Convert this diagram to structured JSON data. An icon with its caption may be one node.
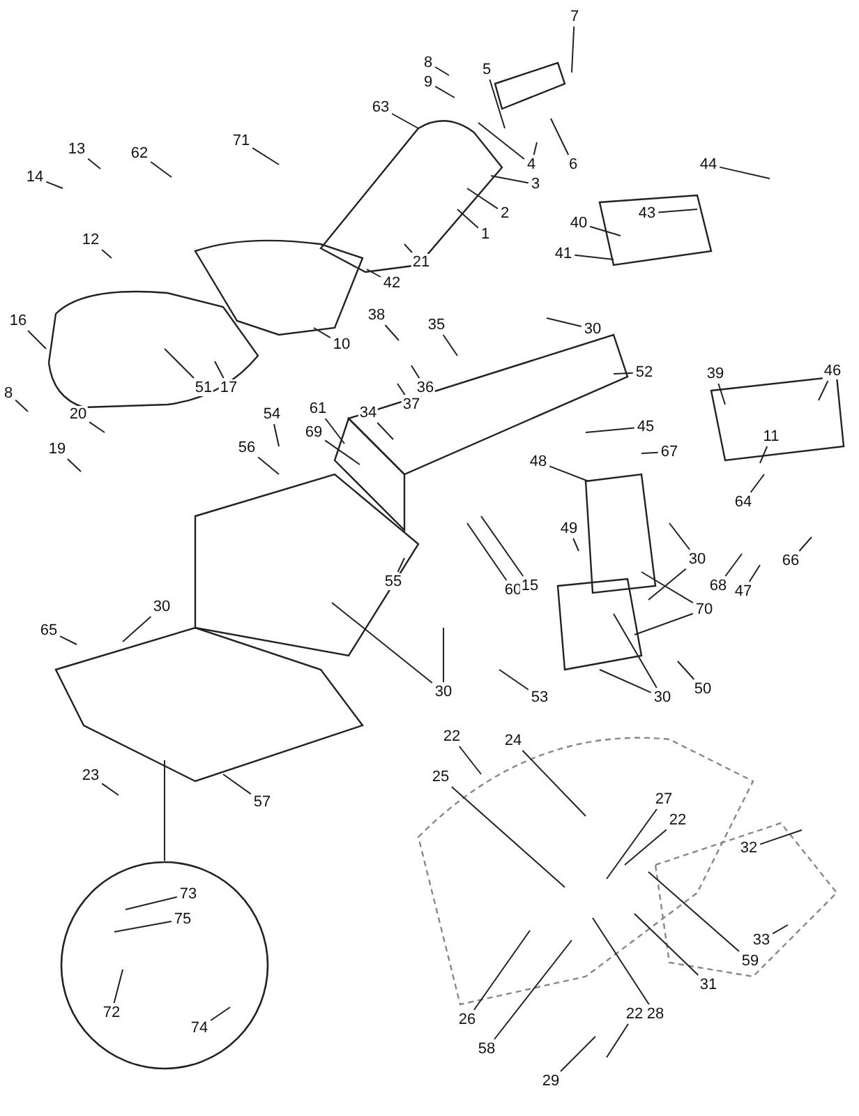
{
  "diagram": {
    "nodes": [
      {
        "text": [
          "7"
        ]
      },
      {
        "text": [
          "8"
        ]
      },
      {
        "text": [
          "9"
        ]
      },
      {
        "text": [
          "5"
        ]
      },
      {
        "text": [
          "63"
        ]
      },
      {
        "text": [
          "4"
        ]
      },
      {
        "text": [
          "6"
        ]
      },
      {
        "text": [
          "3"
        ]
      },
      {
        "text": [
          "2"
        ]
      },
      {
        "text": [
          "1"
        ]
      },
      {
        "text": [
          "13"
        ]
      },
      {
        "text": [
          "62"
        ]
      },
      {
        "text": [
          "14"
        ]
      },
      {
        "text": [
          "71"
        ]
      },
      {
        "text": [
          "12"
        ]
      },
      {
        "text": [
          "21"
        ]
      },
      {
        "text": [
          "42"
        ]
      },
      {
        "text": [
          "10"
        ]
      },
      {
        "text": [
          "16"
        ]
      },
      {
        "text": [
          "51"
        ]
      },
      {
        "text": [
          "17"
        ]
      },
      {
        "text": [
          "8"
        ]
      },
      {
        "text": [
          "20"
        ]
      },
      {
        "text": [
          "19"
        ]
      },
      {
        "text": [
          "44"
        ]
      },
      {
        "text": [
          "40"
        ]
      },
      {
        "text": [
          "43"
        ]
      },
      {
        "text": [
          "41"
        ]
      },
      {
        "text": [
          "30"
        ]
      },
      {
        "text": [
          "38"
        ]
      },
      {
        "text": [
          "35"
        ]
      },
      {
        "text": [
          "36"
        ]
      },
      {
        "text": [
          "37"
        ]
      },
      {
        "text": [
          "61"
        ]
      },
      {
        "text": [
          "34"
        ]
      },
      {
        "text": [
          "54"
        ]
      },
      {
        "text": [
          "56"
        ]
      },
      {
        "text": [
          "69"
        ]
      },
      {
        "text": [
          "52"
        ]
      },
      {
        "text": [
          "39"
        ]
      },
      {
        "text": [
          "46"
        ]
      },
      {
        "text": [
          "45"
        ]
      },
      {
        "text": [
          "67"
        ]
      },
      {
        "text": [
          "48"
        ]
      },
      {
        "text": [
          "11"
        ]
      },
      {
        "text": [
          "64"
        ]
      },
      {
        "text": [
          "66"
        ]
      },
      {
        "text": [
          "68"
        ]
      },
      {
        "text": [
          "47"
        ]
      },
      {
        "text": [
          "49"
        ]
      },
      {
        "text": [
          "60"
        ]
      },
      {
        "text": [
          "15"
        ]
      },
      {
        "text": [
          "55"
        ]
      },
      {
        "text": [
          "30"
        ]
      },
      {
        "text": [
          "70"
        ]
      },
      {
        "text": [
          "30"
        ]
      },
      {
        "text": [
          "53"
        ]
      },
      {
        "text": [
          "50"
        ]
      },
      {
        "text": [
          "30"
        ]
      },
      {
        "text": [
          "30"
        ]
      },
      {
        "text": [
          "65"
        ]
      },
      {
        "text": [
          "23"
        ]
      },
      {
        "text": [
          "57"
        ]
      },
      {
        "text": [],
        "shape": "circle"
      },
      {
        "text": [
          "73"
        ],
        "in": 63
      },
      {
        "text": [
          "75"
        ],
        "in": 63
      },
      {
        "text": [
          "72"
        ],
        "in": 63
      },
      {
        "text": [
          "74"
        ],
        "in": 63
      },
      {
        "text": [
          "22"
        ]
      },
      {
        "text": [
          "24"
        ]
      },
      {
        "text": [
          "25"
        ]
      },
      {
        "text": [
          "27"
        ]
      },
      {
        "text": [
          "22"
        ]
      },
      {
        "text": [
          "32"
        ]
      },
      {
        "text": [
          "33"
        ]
      },
      {
        "text": [
          "59"
        ]
      },
      {
        "text": [
          "31"
        ]
      },
      {
        "text": [
          "28"
        ]
      },
      {
        "text": [
          "26"
        ]
      },
      {
        "text": [
          "58"
        ]
      },
      {
        "text": [
          "22"
        ]
      },
      {
        "text": [
          "29"
        ]
      }
    ],
    "edges": [
      {
        "from": 0,
        "to": null,
        "arrow": "none"
      },
      {
        "from": 1,
        "to": null,
        "arrow": "none"
      },
      {
        "from": 2,
        "to": null,
        "arrow": "none"
      },
      {
        "from": 3,
        "to": null,
        "arrow": "none"
      },
      {
        "from": 4,
        "to": null,
        "arrow": "none"
      },
      {
        "from": 5,
        "to": null,
        "arrow": "none"
      },
      {
        "from": 5,
        "to": null,
        "arrow": "none"
      },
      {
        "from": 6,
        "to": null,
        "arrow": "none"
      },
      {
        "from": 7,
        "to": null,
        "arrow": "none"
      },
      {
        "from": 8,
        "to": null,
        "arrow": "none"
      },
      {
        "from": 9,
        "to": null,
        "arrow": "none"
      },
      {
        "from": 10,
        "to": null,
        "arrow": "none"
      },
      {
        "from": 11,
        "to": null,
        "arrow": "none"
      },
      {
        "from": 12,
        "to": null,
        "arrow": "none"
      },
      {
        "from": 13,
        "to": null,
        "arrow": "none"
      },
      {
        "from": 14,
        "to": null,
        "arrow": "none"
      },
      {
        "from": 15,
        "to": null,
        "arrow": "none"
      },
      {
        "from": 16,
        "to": null,
        "arrow": "none"
      },
      {
        "from": 17,
        "to": null,
        "arrow": "none"
      },
      {
        "from": 18,
        "to": null,
        "arrow": "none"
      },
      {
        "from": 19,
        "to": null,
        "arrow": "none"
      },
      {
        "from": 20,
        "to": null,
        "arrow": "none"
      },
      {
        "from": 21,
        "to": null,
        "arrow": "none"
      },
      {
        "from": 22,
        "to": null,
        "arrow": "none"
      },
      {
        "from": 23,
        "to": null,
        "arrow": "none"
      },
      {
        "from": 24,
        "to": null,
        "arrow": "none"
      },
      {
        "from": 25,
        "to": null,
        "arrow": "none"
      },
      {
        "from": 26,
        "to": null,
        "arrow": "none"
      },
      {
        "from": 27,
        "to": null,
        "arrow": "none"
      },
      {
        "from": 28,
        "to": null,
        "arrow": "none"
      },
      {
        "from": 29,
        "to": null,
        "arrow": "none"
      },
      {
        "from": 30,
        "to": null,
        "arrow": "none"
      },
      {
        "from": 31,
        "to": null,
        "arrow": "none"
      },
      {
        "from": 32,
        "to": null,
        "arrow": "none"
      },
      {
        "from": 33,
        "to": null,
        "arrow": "none"
      },
      {
        "from": 34,
        "to": null,
        "arrow": "none"
      },
      {
        "from": 35,
        "to": null,
        "arrow": "none"
      },
      {
        "from": 36,
        "to": null,
        "arrow": "none"
      },
      {
        "from": 37,
        "to": null,
        "arrow": "none"
      },
      {
        "from": 38,
        "to": null,
        "arrow": "none"
      },
      {
        "from": 39,
        "to": null,
        "arrow": "none"
      },
      {
        "from": 40,
        "to": null,
        "arrow": "none"
      },
      {
        "from": 41,
        "to": null,
        "arrow": "none"
      },
      {
        "from": 42,
        "to": null,
        "arrow": "none"
      },
      {
        "from": 43,
        "to": null,
        "arrow": "none"
      },
      {
        "from": 44,
        "to": null,
        "arrow": "none"
      },
      {
        "from": 45,
        "to": null,
        "arrow": "none"
      },
      {
        "from": 46,
        "to": null,
        "arrow": "none"
      },
      {
        "from": 47,
        "to": null,
        "arrow": "none"
      },
      {
        "from": 48,
        "to": null,
        "arrow": "none"
      },
      {
        "from": 49,
        "to": null,
        "arrow": "none"
      },
      {
        "from": 50,
        "to": null,
        "arrow": "none"
      },
      {
        "from": 51,
        "to": null,
        "arrow": "none"
      },
      {
        "from": 52,
        "to": null,
        "arrow": "none"
      },
      {
        "from": 53,
        "to": null,
        "arrow": "none"
      },
      {
        "from": 53,
        "to": null,
        "arrow": "none"
      },
      {
        "from": 54,
        "to": null,
        "arrow": "none"
      },
      {
        "from": 54,
        "to": null,
        "arrow": "none"
      },
      {
        "from": 55,
        "to": null,
        "arrow": "none"
      },
      {
        "from": 55,
        "to": null,
        "arrow": "none"
      },
      {
        "from": 56,
        "to": null,
        "arrow": "none"
      },
      {
        "from": 57,
        "to": null,
        "arrow": "none"
      },
      {
        "from": 58,
        "to": null,
        "arrow": "none"
      },
      {
        "from": 58,
        "to": null,
        "arrow": "none"
      },
      {
        "from": 59,
        "to": null,
        "arrow": "none"
      },
      {
        "from": 60,
        "to": null,
        "arrow": "none"
      },
      {
        "from": 61,
        "to": null,
        "arrow": "none"
      },
      {
        "from": 62,
        "to": null,
        "arrow": "none"
      },
      {
        "from": null,
        "to": 63,
        "arrow": "none"
      },
      {
        "from": 64,
        "to": null,
        "arrow": "none"
      },
      {
        "from": 65,
        "to": null,
        "arrow": "none"
      },
      {
        "from": 66,
        "to": null,
        "arrow": "none"
      },
      {
        "from": 67,
        "to": null,
        "arrow": "none"
      },
      {
        "from": 68,
        "to": null,
        "arrow": "none"
      },
      {
        "from": 69,
        "to": null,
        "arrow": "none"
      },
      {
        "from": 70,
        "to": null,
        "arrow": "none"
      },
      {
        "from": 71,
        "to": null,
        "arrow": "none"
      },
      {
        "from": 72,
        "to": null,
        "arrow": "none"
      },
      {
        "from": 73,
        "to": null,
        "arrow": "none"
      },
      {
        "from": 74,
        "to": null,
        "arrow": "none"
      },
      {
        "from": 75,
        "to": null,
        "arrow": "none"
      },
      {
        "from": 76,
        "to": null,
        "arrow": "none"
      },
      {
        "from": 77,
        "to": null,
        "arrow": "none"
      },
      {
        "from": 78,
        "to": null,
        "arrow": "none"
      },
      {
        "from": 79,
        "to": null,
        "arrow": "none"
      },
      {
        "from": 80,
        "to": null,
        "arrow": "none"
      },
      {
        "from": 81,
        "to": null,
        "arrow": "none"
      }
    ]
  }
}
